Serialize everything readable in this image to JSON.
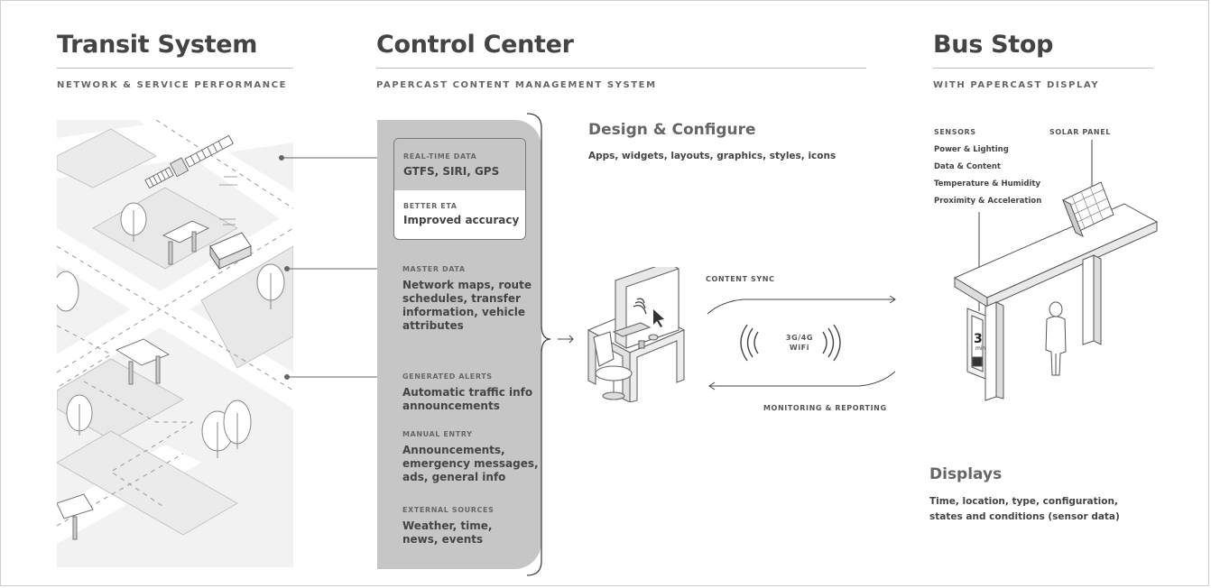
{
  "transit": {
    "title": "Transit System",
    "subtitle": "NETWORK & SERVICE PERFORMANCE"
  },
  "control": {
    "title": "Control Center",
    "subtitle": "PAPERCAST CONTENT MANAGEMENT SYSTEM",
    "realtime": {
      "label": "REAL-TIME DATA",
      "value": "GTFS, SIRI, GPS"
    },
    "eta": {
      "label": "BETTER ETA",
      "value": "Improved accuracy"
    },
    "master": {
      "label": "MASTER DATA",
      "lines": [
        "Network maps, route",
        "schedules, transfer",
        "information, vehicle",
        "attributes"
      ]
    },
    "alerts": {
      "label": "GENERATED ALERTS",
      "lines": [
        "Automatic traffic info",
        "announcements"
      ]
    },
    "manual": {
      "label": "MANUAL ENTRY",
      "lines": [
        "Announcements,",
        "emergency messages,",
        "ads, general info"
      ]
    },
    "external": {
      "label": "EXTERNAL SOURCES",
      "lines": [
        "Weather, time,",
        "news, events"
      ]
    }
  },
  "design": {
    "title": "Design & Configure",
    "text": "Apps, widgets, layouts, graphics, styles, icons"
  },
  "sync": {
    "content_sync": "CONTENT SYNC",
    "network_1": "3G/4G",
    "network_2": "WiFi",
    "monitoring": "MONITORING & REPORTING"
  },
  "busstop": {
    "title": "Bus Stop",
    "subtitle": "WITH PAPERCAST DISPLAY",
    "sensors_label": "SENSORS",
    "sensors": [
      "Power & Lighting",
      "Data & Content",
      "Temperature & Humidity",
      "Proximity & Acceleration"
    ],
    "solar_label": "SOLAR PANEL",
    "display_number": "3",
    "display_unit": "min"
  },
  "displays": {
    "title": "Displays",
    "lines": [
      "Time, location, type, configuration,",
      "states and conditions (sensor data)"
    ]
  },
  "colors": {
    "panel": "#c6c6c6",
    "map_bg": "#f2f2f2",
    "text": "#444444"
  }
}
